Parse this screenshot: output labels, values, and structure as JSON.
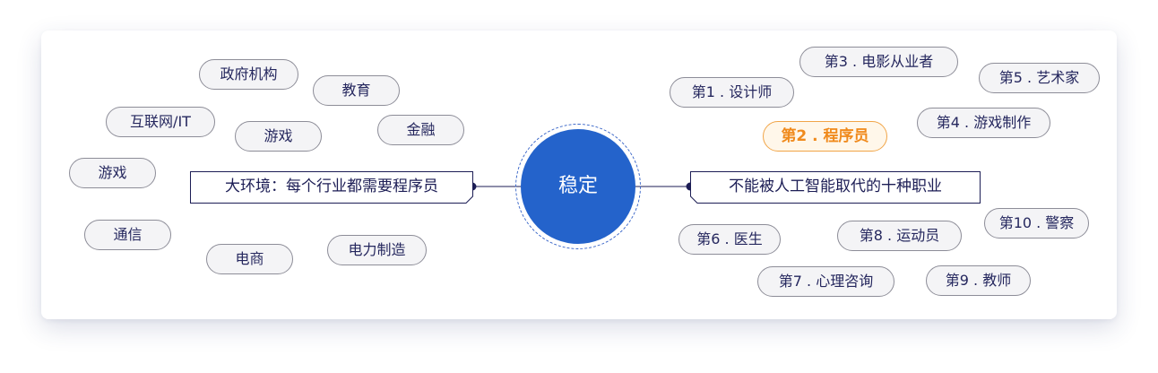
{
  "center": {
    "label": "稳定"
  },
  "left": {
    "title": "大环境：每个行业都需要程序员",
    "items": [
      "政府机构",
      "教育",
      "互联网/IT",
      "游戏",
      "金融",
      "游戏",
      "通信",
      "电商",
      "电力制造"
    ]
  },
  "right": {
    "title": "不能被人工智能取代的十种职业",
    "items": [
      "第3 . 电影从业者",
      "第1 . 设计师",
      "第5 . 艺术家",
      "第2 . 程序员",
      "第4 . 游戏制作",
      "第10 . 警察",
      "第6 . 医生",
      "第8 . 运动员",
      "第7 . 心理咨询",
      "第9 . 教师"
    ],
    "highlight": "第2 . 程序员"
  },
  "colors": {
    "primary": "#2463cb",
    "text": "#1c1d55",
    "highlight": "#f08a1c",
    "pill_border": "#8d8d98"
  }
}
